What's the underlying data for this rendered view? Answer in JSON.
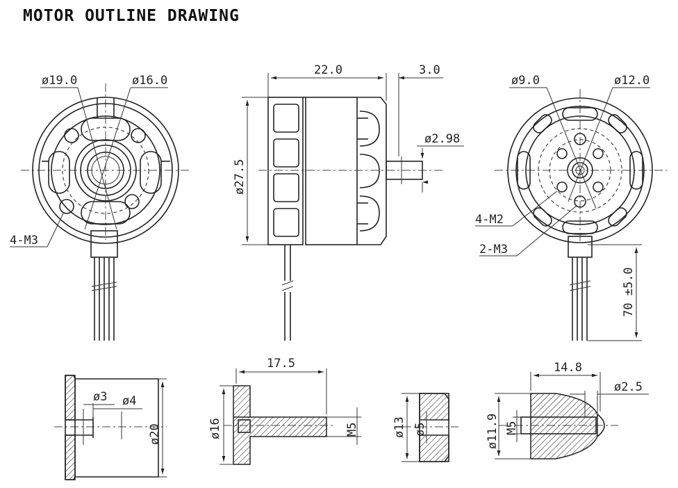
{
  "title": "MOTOR OUTLINE DRAWING",
  "front_view": {
    "d_outer": "ø19.0",
    "d_inner": "ø16.0",
    "holes": "4-M3"
  },
  "side_view": {
    "length": "22.0",
    "shaft_len": "3.0",
    "diameter": "ø27.5",
    "shaft_d": "ø2.98"
  },
  "rear_view": {
    "d1": "ø9.0",
    "d2": "ø12.0",
    "holes_m2": "4-M2",
    "holes_m3": "2-M3",
    "lead_len": "70 ±5.0"
  },
  "parts": {
    "p1_d3": "ø3",
    "p1_d4": "ø4",
    "p1_d20": "ø20",
    "p2_len": "17.5",
    "p2_d16": "ø16",
    "p2_m5": "M5",
    "p3_d13": "ø13",
    "p3_d5": "ø5",
    "p4_len": "14.8",
    "p4_d25": "ø2.5",
    "p4_d119": "ø11.9",
    "p4_m5": "M5"
  }
}
